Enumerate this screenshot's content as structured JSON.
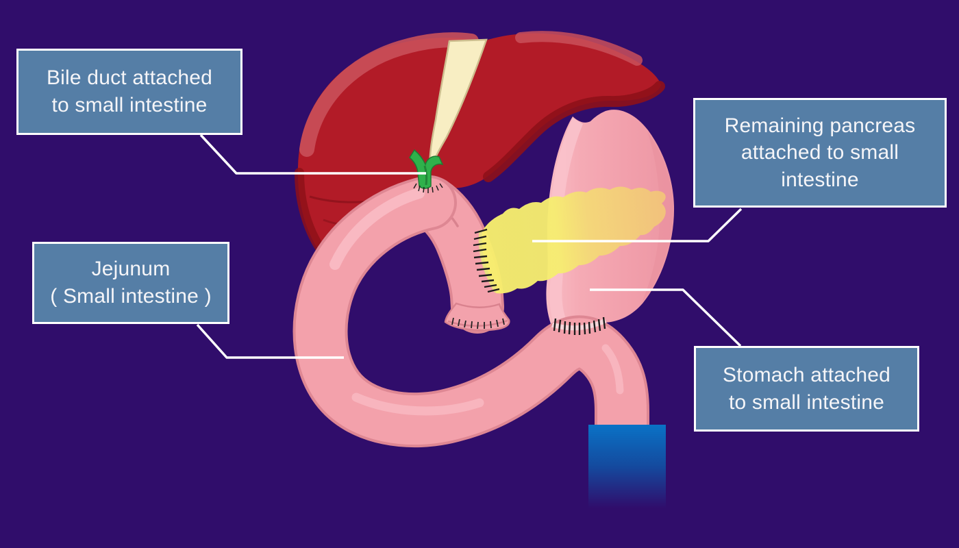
{
  "diagram_title": "Pancreas surgery reconstruction diagram (Whipple procedure)",
  "background_color": "#300D6B",
  "callout_style": {
    "fill": "#557EA6",
    "border": "#FFFFFF",
    "text_color": "#F5F5F8"
  },
  "labels": {
    "bile_duct": {
      "lines": [
        "Bile duct attached",
        "to small intestine"
      ]
    },
    "pancreas": {
      "lines": [
        "Remaining pancreas",
        "attached to small",
        "intestine"
      ]
    },
    "jejunum": {
      "lines": [
        "Jejunum",
        "( Small intestine )"
      ]
    },
    "stomach": {
      "lines": [
        "Stomach attached",
        "to small intestine"
      ]
    }
  },
  "anatomy_parts": [
    {
      "name": "liver",
      "color": "#B21B27"
    },
    {
      "name": "falciform-ligament",
      "color": "#F8EEC3"
    },
    {
      "name": "bile-duct",
      "color": "#2FB14B"
    },
    {
      "name": "stomach",
      "color": "#F2A0AC"
    },
    {
      "name": "pancreas",
      "color": "#F7EF6D"
    },
    {
      "name": "jejunum-small-intestine",
      "color": "#F3A1AB"
    },
    {
      "name": "bowel-continuation-block",
      "color": "#0A72C6"
    },
    {
      "name": "suture-lines",
      "color": "#1C1C1C"
    }
  ],
  "leader_line_color": "#FFFFFF"
}
